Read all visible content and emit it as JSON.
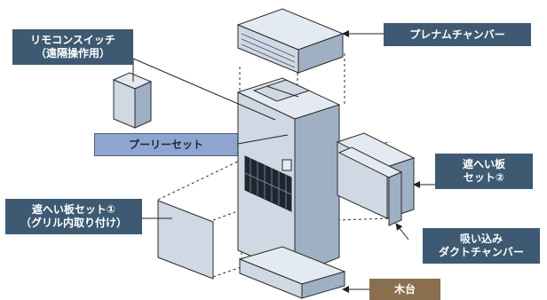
{
  "labels": {
    "plenum": "プレナムチャンバー",
    "remote_line1": "リモコンスイッチ",
    "remote_line2": "（遠隔操作用）",
    "pulley": "プーリーセット",
    "shield2_line1": "遮へい板",
    "shield2_line2": "セット②",
    "shield1_line1": "遮へい板セット①",
    "shield1_line2": "（グリル内取り付け）",
    "duct_line1": "吸い込み",
    "duct_line2": "ダクトチャンバー",
    "base": "木台"
  },
  "colors": {
    "label_dark": "#3d5a72",
    "label_highlight": "#8fa5cf",
    "label_base": "#8a6f4f",
    "component_face": "#cfd8e3",
    "component_side": "#9fb0c4",
    "component_top": "#e4eaf1",
    "outline": "#2b2b2b"
  }
}
